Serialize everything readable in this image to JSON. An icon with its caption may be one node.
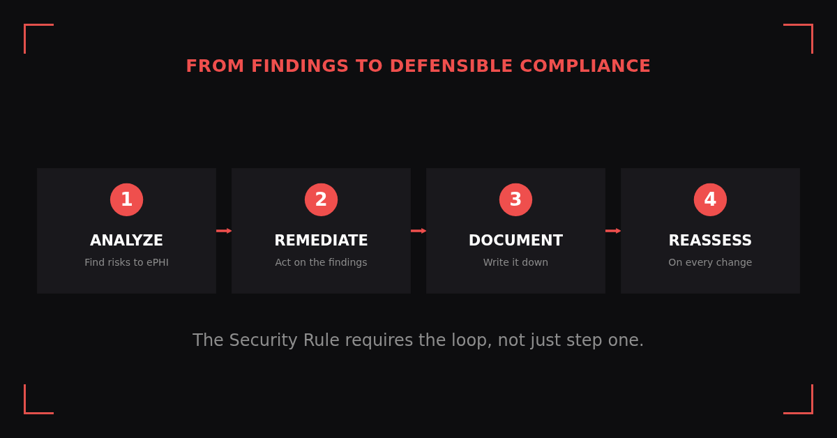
{
  "diagram": {
    "title": "FROM FINDINGS TO DEFENSIBLE COMPLIANCE",
    "caption": "The Security Rule requires the loop, not just step one.",
    "nodes": [
      {
        "text": [
          "1",
          "ANALYZE",
          "Find risks to ePHI"
        ]
      },
      {
        "text": [
          "2",
          "REMEDIATE",
          "Act on the findings"
        ]
      },
      {
        "text": [
          "3",
          "DOCUMENT",
          "Write it down"
        ]
      },
      {
        "text": [
          "4",
          "REASSESS",
          "On every change"
        ]
      }
    ],
    "edges": [
      {
        "from": 0,
        "to": 1,
        "arrow": "to"
      },
      {
        "from": 1,
        "to": 2,
        "arrow": "to"
      },
      {
        "from": 2,
        "to": 3,
        "arrow": "to"
      }
    ]
  }
}
